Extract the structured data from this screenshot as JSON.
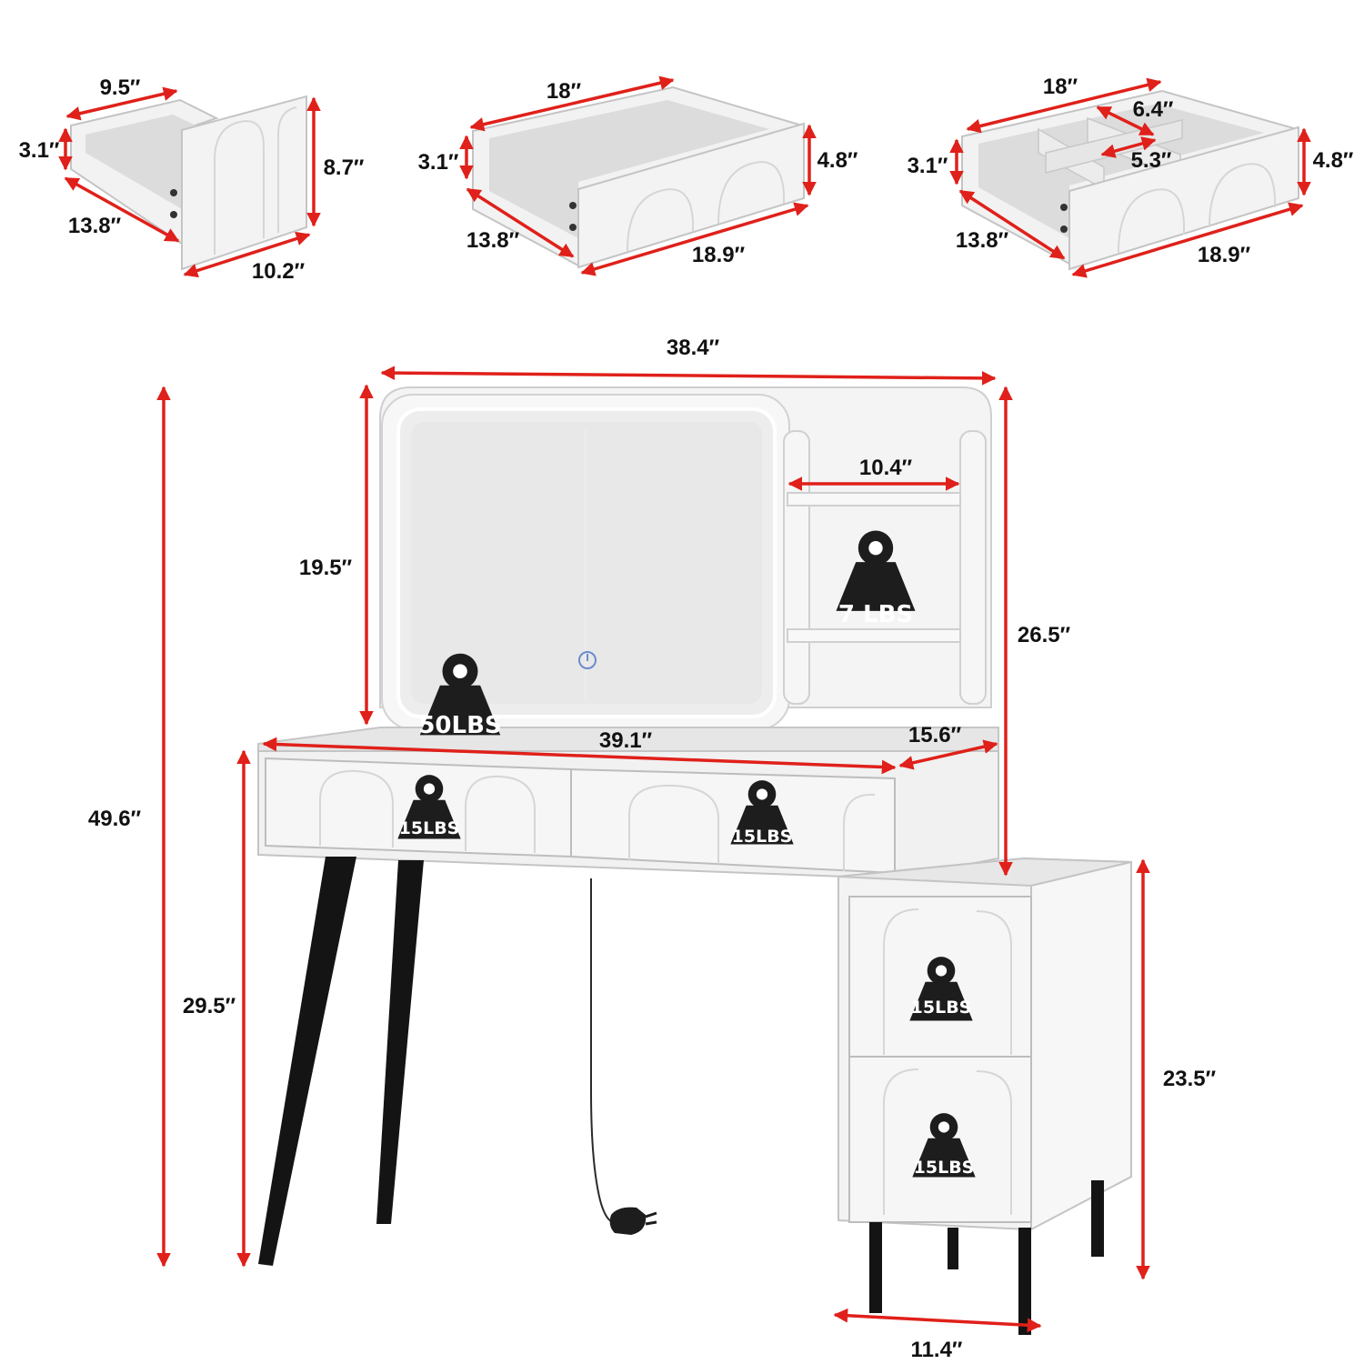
{
  "colors": {
    "furniture": "#f2f2f2",
    "furniture_edge": "#c4c4c4",
    "interior": "#dcdcdc",
    "arrow": "#e0201a",
    "legs": "#141414",
    "weight": "#1d1d1d",
    "label_text": "#111111"
  },
  "drawers": {
    "small": {
      "width": "9.5″",
      "depth": "13.8″",
      "height": "3.1″",
      "front_height": "8.7″",
      "front_width": "10.2″"
    },
    "wide": {
      "width": "18″",
      "depth": "13.8″",
      "height": "3.1″",
      "front_height": "4.8″",
      "front_width": "18.9″"
    },
    "organizer": {
      "width": "18″",
      "depth": "13.8″",
      "height": "3.1″",
      "front_height": "4.8″",
      "front_width": "18.9″",
      "compartment_a": "6.4″",
      "compartment_b": "5.3″"
    }
  },
  "vanity": {
    "total_width": "38.4″",
    "total_height": "49.6″",
    "mirror_height": "19.5″",
    "hutch_height": "26.5″",
    "shelf_width": "10.4″",
    "desk_width": "39.1″",
    "desk_depth": "15.6″",
    "desk_height": "29.5″",
    "cabinet_height": "23.5″",
    "cabinet_width": "11.4″"
  },
  "loads": {
    "shelf": "7 LBS",
    "desktop": "50LBS",
    "drawer_left": "15LBS",
    "drawer_right": "15LBS",
    "cabinet_top": "15LBS",
    "cabinet_bottom": "15LBS"
  },
  "icons": {
    "weight": "weight-icon",
    "touch": "touch-sensor-icon",
    "plug": "power-plug-icon"
  }
}
